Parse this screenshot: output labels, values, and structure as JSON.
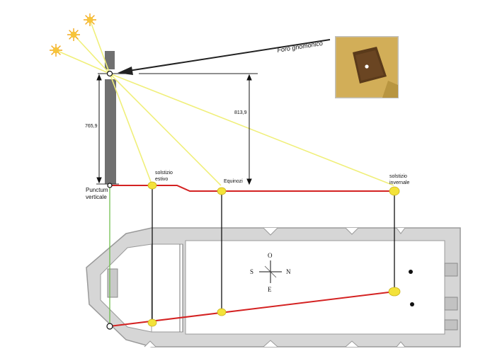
{
  "labels": {
    "foro_gnomonico": "Foro gnomonico",
    "height_left": "765,9",
    "height_right": "813,9",
    "punctum_line1": "Punctum",
    "punctum_line2": "verticale",
    "solstizio_estivo_line1": "solstizio",
    "solstizio_estivo_line2": "estivo",
    "equinozi": "Equinozi",
    "solstizio_invernale_line1": "solstizio",
    "solstizio_invernale_line2": "invernale"
  },
  "compass": {
    "north": "N",
    "south": "S",
    "top": "O",
    "bottom": "E"
  },
  "colors": {
    "sun_ray": "#f0ef7a",
    "meridian": "#d42222",
    "marker": "#f3e23a",
    "wall_dark": "#707070",
    "plan_fill": "#d6d6d6",
    "plan_stroke": "#9a9a9a",
    "vertical_line": "#66bb44",
    "arrow": "#222222"
  },
  "icons": [
    "sun-icon",
    "sun-icon",
    "sun-icon",
    "compass-rose-icon"
  ]
}
